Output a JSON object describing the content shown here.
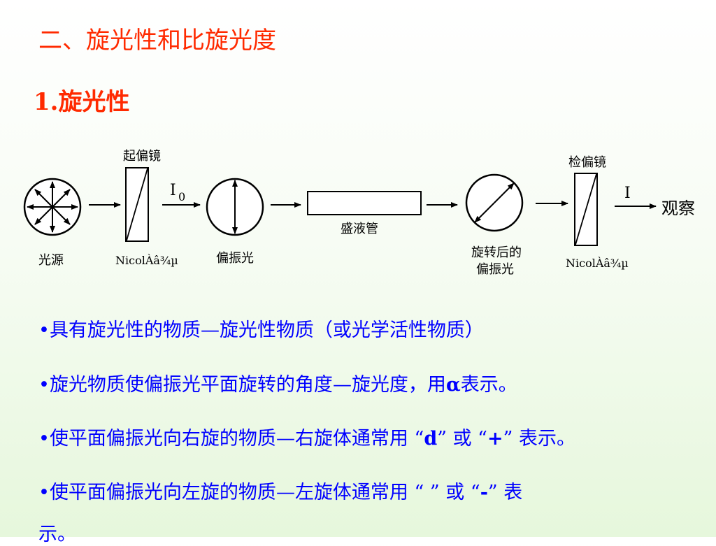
{
  "slide": {
    "heading": "二、旋光性和比旋光度",
    "subheading": "1.旋光性"
  },
  "diagram": {
    "label_polarizer_top": "起偏镜",
    "label_light_source": "光源",
    "label_nicol_1": "NicolÀâ¾µ",
    "label_polarized_light": "偏振光",
    "label_i0": "I",
    "label_i0_sub": "0",
    "label_tube": "盛液管",
    "label_rotated_line1": "旋转后的",
    "label_rotated_line2": "偏振光",
    "label_analyzer_top": "检偏镜",
    "label_nicol_2": "NicolÀâ¾µ",
    "label_i": "I",
    "label_observe": "观察"
  },
  "bullets": {
    "b1_dot": "•",
    "b1_text1": "具有旋光性的物质",
    "b1_dash": "—",
    "b1_text2": "旋光性物质（或光学活性物质）",
    "b2_dot": "•",
    "b2_text1": "旋光物质使偏振光平面旋转的角度",
    "b2_dash": "—",
    "b2_text2": "旋光度，用",
    "b2_alpha": "α",
    "b2_text3": "表示。",
    "b3_dot": "•",
    "b3_text1": "使平面偏振光向右旋的物质",
    "b3_dash": "—",
    "b3_text2": "右旋体通常用 “",
    "b3_d": "d",
    "b3_text3": "” 或 “",
    "b3_plus": "+",
    "b3_text4": "” 表示。",
    "b4_dot": "•",
    "b4_text1": "使平面偏振光向左旋的物质",
    "b4_dash": "—",
    "b4_text2": "左旋体通常用 “   ” 或 “",
    "b4_minus": "-",
    "b4_text3": "” 表",
    "b5_text": "示。"
  }
}
